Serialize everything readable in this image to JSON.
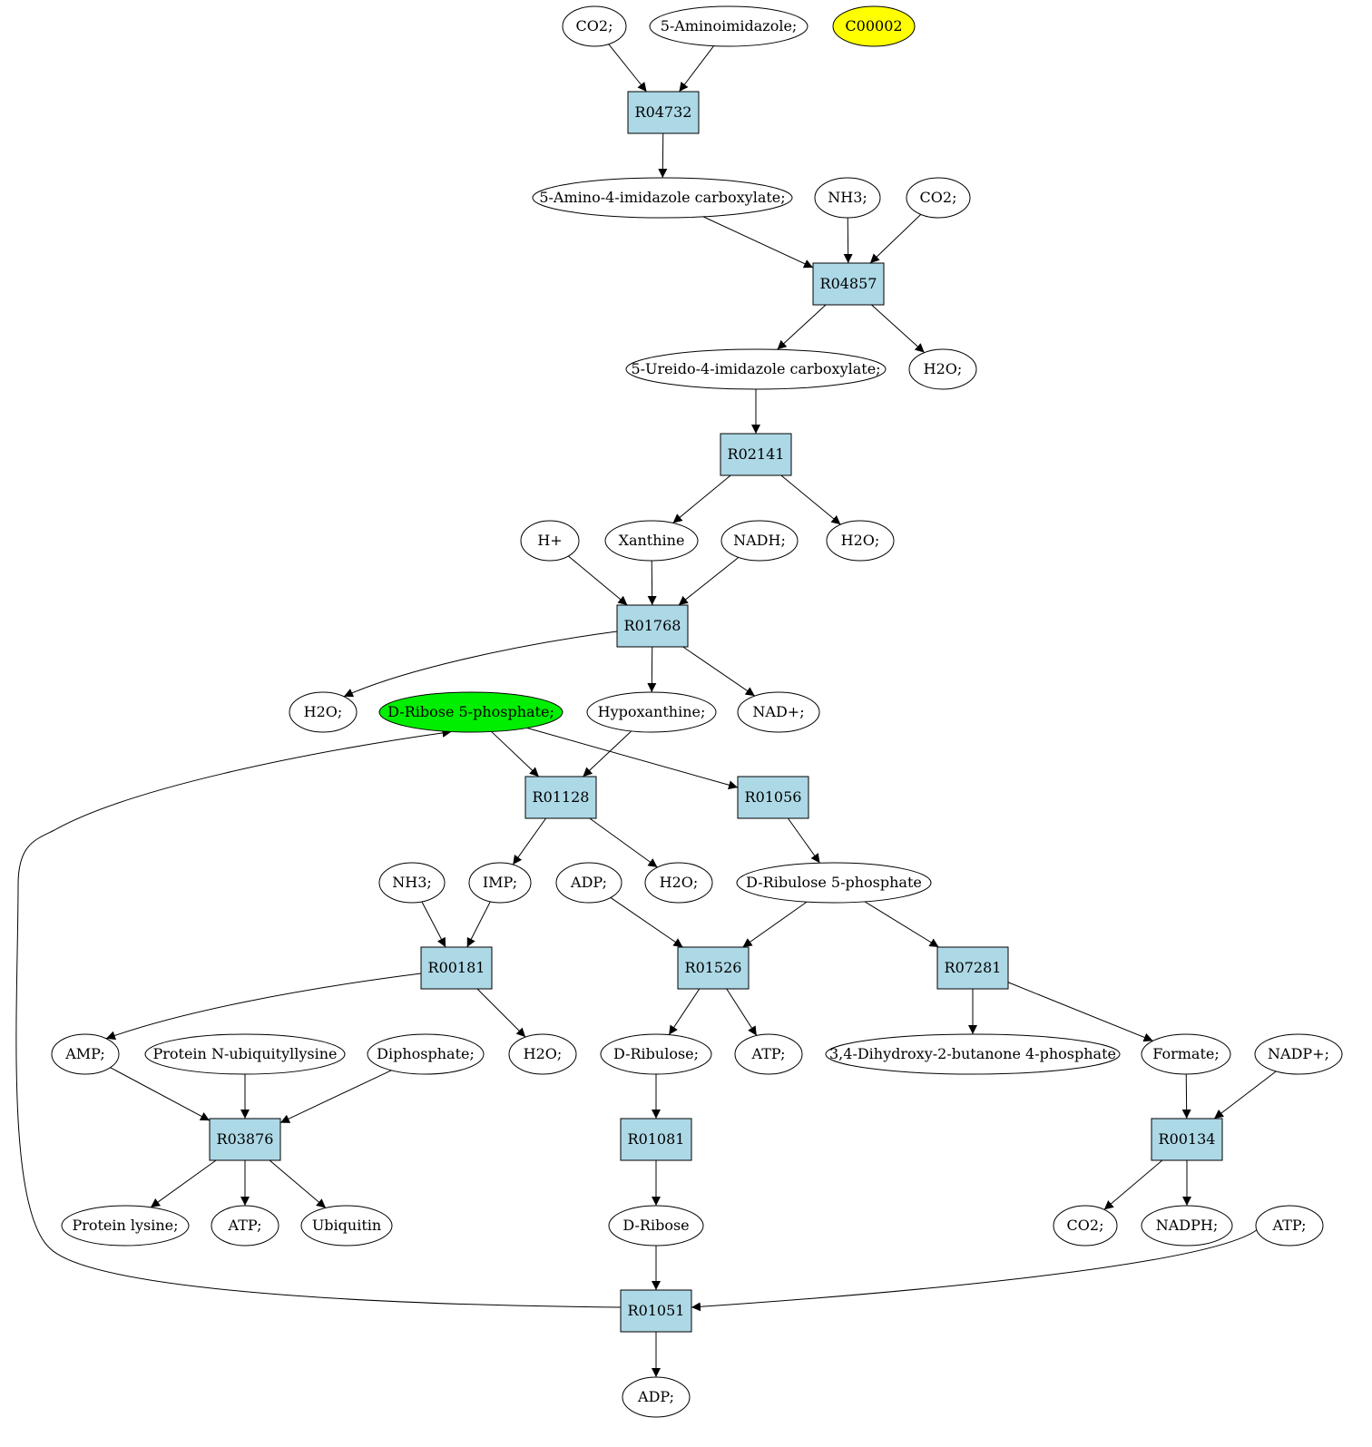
{
  "colors": {
    "reaction_fill": "#add8e6",
    "compound_fill": "#ffffff",
    "highlight_green": "#00ee00",
    "highlight_yellow": "#ffff00",
    "stroke": "#000000"
  },
  "reactions": [
    {
      "id": "r04732",
      "label": "R04732"
    },
    {
      "id": "r04857",
      "label": "R04857"
    },
    {
      "id": "r02141",
      "label": "R02141"
    },
    {
      "id": "r01768",
      "label": "R01768"
    },
    {
      "id": "r01128",
      "label": "R01128"
    },
    {
      "id": "r01056",
      "label": "R01056"
    },
    {
      "id": "r00181",
      "label": "R00181"
    },
    {
      "id": "r01526",
      "label": "R01526"
    },
    {
      "id": "r07281",
      "label": "R07281"
    },
    {
      "id": "r03876",
      "label": "R03876"
    },
    {
      "id": "r01081",
      "label": "R01081"
    },
    {
      "id": "r00134",
      "label": "R00134"
    },
    {
      "id": "r01051",
      "label": "R01051"
    }
  ],
  "compounds": [
    {
      "id": "co2_a",
      "label": "CO2;"
    },
    {
      "id": "aminoimidazole",
      "label": "5-Aminoimidazole;"
    },
    {
      "id": "c00002",
      "label": "C00002",
      "highlight": "yellow"
    },
    {
      "id": "aica",
      "label": "5-Amino-4-imidazole carboxylate;"
    },
    {
      "id": "nh3_a",
      "label": "NH3;"
    },
    {
      "id": "co2_b",
      "label": "CO2;"
    },
    {
      "id": "ureido",
      "label": "5-Ureido-4-imidazole carboxylate;"
    },
    {
      "id": "h2o_a",
      "label": "H2O;"
    },
    {
      "id": "hplus",
      "label": "H+"
    },
    {
      "id": "xanthine",
      "label": "Xanthine"
    },
    {
      "id": "nadh",
      "label": "NADH;"
    },
    {
      "id": "h2o_b",
      "label": "H2O;"
    },
    {
      "id": "h2o_c",
      "label": "H2O;"
    },
    {
      "id": "r5p",
      "label": "D-Ribose 5-phosphate;",
      "highlight": "green"
    },
    {
      "id": "hypoxanthine",
      "label": "Hypoxanthine;"
    },
    {
      "id": "nadplus",
      "label": "NAD+;"
    },
    {
      "id": "nh3_b",
      "label": "NH3;"
    },
    {
      "id": "imp",
      "label": "IMP;"
    },
    {
      "id": "adp_a",
      "label": "ADP;"
    },
    {
      "id": "h2o_d",
      "label": "H2O;"
    },
    {
      "id": "ru5p",
      "label": "D-Ribulose 5-phosphate"
    },
    {
      "id": "amp",
      "label": "AMP;"
    },
    {
      "id": "pnub",
      "label": "Protein N-ubiquityllysine"
    },
    {
      "id": "diphosphate",
      "label": "Diphosphate;"
    },
    {
      "id": "h2o_e",
      "label": "H2O;"
    },
    {
      "id": "dribulose",
      "label": "D-Ribulose;"
    },
    {
      "id": "atp_a",
      "label": "ATP;"
    },
    {
      "id": "dhbp",
      "label": "3,4-Dihydroxy-2-butanone 4-phosphate"
    },
    {
      "id": "formate",
      "label": "Formate;"
    },
    {
      "id": "nadpplus",
      "label": "NADP+;"
    },
    {
      "id": "plys",
      "label": "Protein lysine;"
    },
    {
      "id": "atp_b",
      "label": "ATP;"
    },
    {
      "id": "ubiquitin",
      "label": "Ubiquitin"
    },
    {
      "id": "dribose",
      "label": "D-Ribose"
    },
    {
      "id": "co2_c",
      "label": "CO2;"
    },
    {
      "id": "nadph",
      "label": "NADPH;"
    },
    {
      "id": "atp_c",
      "label": "ATP;"
    },
    {
      "id": "adp_b",
      "label": "ADP;"
    }
  ],
  "edges": [
    {
      "from": "co2_a",
      "to": "r04732"
    },
    {
      "from": "aminoimidazole",
      "to": "r04732"
    },
    {
      "from": "r04732",
      "to": "aica"
    },
    {
      "from": "aica",
      "to": "r04857"
    },
    {
      "from": "nh3_a",
      "to": "r04857"
    },
    {
      "from": "co2_b",
      "to": "r04857"
    },
    {
      "from": "r04857",
      "to": "ureido"
    },
    {
      "from": "r04857",
      "to": "h2o_a"
    },
    {
      "from": "ureido",
      "to": "r02141"
    },
    {
      "from": "r02141",
      "to": "xanthine"
    },
    {
      "from": "r02141",
      "to": "h2o_b"
    },
    {
      "from": "hplus",
      "to": "r01768"
    },
    {
      "from": "xanthine",
      "to": "r01768"
    },
    {
      "from": "nadh",
      "to": "r01768"
    },
    {
      "from": "r01768",
      "to": "h2o_c"
    },
    {
      "from": "r01768",
      "to": "hypoxanthine"
    },
    {
      "from": "r01768",
      "to": "nadplus"
    },
    {
      "from": "r5p",
      "to": "r01128"
    },
    {
      "from": "hypoxanthine",
      "to": "r01128"
    },
    {
      "from": "r5p",
      "to": "r01056"
    },
    {
      "from": "r01128",
      "to": "imp"
    },
    {
      "from": "r01128",
      "to": "h2o_d"
    },
    {
      "from": "r01056",
      "to": "ru5p"
    },
    {
      "from": "nh3_b",
      "to": "r00181"
    },
    {
      "from": "imp",
      "to": "r00181"
    },
    {
      "from": "adp_a",
      "to": "r01526"
    },
    {
      "from": "ru5p",
      "to": "r01526"
    },
    {
      "from": "ru5p",
      "to": "r07281"
    },
    {
      "from": "r00181",
      "to": "amp"
    },
    {
      "from": "r00181",
      "to": "h2o_e"
    },
    {
      "from": "r01526",
      "to": "dribulose"
    },
    {
      "from": "r01526",
      "to": "atp_a"
    },
    {
      "from": "r07281",
      "to": "dhbp"
    },
    {
      "from": "r07281",
      "to": "formate"
    },
    {
      "from": "amp",
      "to": "r03876"
    },
    {
      "from": "pnub",
      "to": "r03876"
    },
    {
      "from": "diphosphate",
      "to": "r03876"
    },
    {
      "from": "dribulose",
      "to": "r01081"
    },
    {
      "from": "formate",
      "to": "r00134"
    },
    {
      "from": "nadpplus",
      "to": "r00134"
    },
    {
      "from": "r03876",
      "to": "plys"
    },
    {
      "from": "r03876",
      "to": "atp_b"
    },
    {
      "from": "r03876",
      "to": "ubiquitin"
    },
    {
      "from": "r01081",
      "to": "dribose"
    },
    {
      "from": "r00134",
      "to": "co2_c"
    },
    {
      "from": "r00134",
      "to": "nadph"
    },
    {
      "from": "dribose",
      "to": "r01051"
    },
    {
      "from": "atp_c",
      "to": "r01051"
    },
    {
      "from": "r01051",
      "to": "adp_b"
    },
    {
      "from": "r01051",
      "to": "r5p"
    }
  ]
}
